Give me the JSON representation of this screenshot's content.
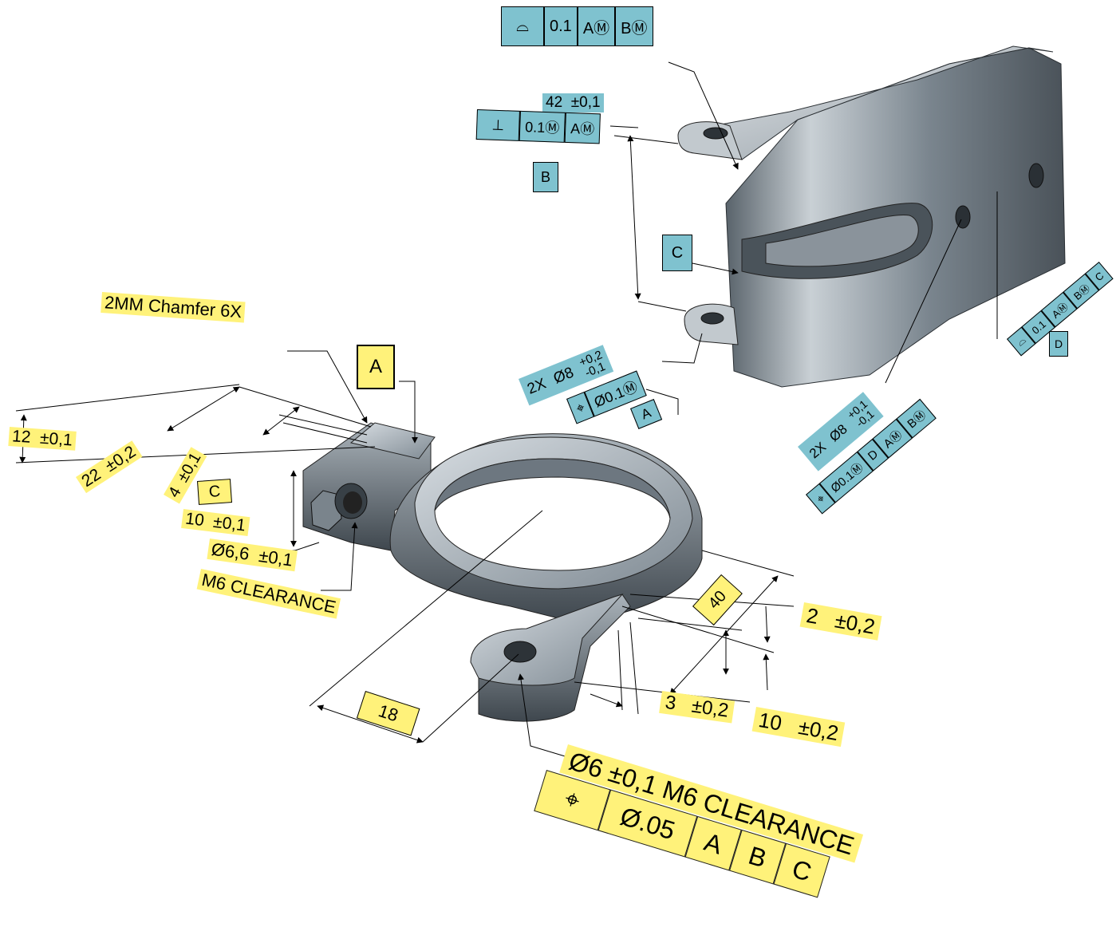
{
  "bracket_notes": {
    "chamfer": "2MM Chamfer 6X",
    "datum_a": "A",
    "dim_12": "12",
    "tol_12": "±0,1",
    "dim_22": "22",
    "tol_22": "±0,2",
    "dim_4": "4",
    "tol_4": "±0,1",
    "datum_c": "C",
    "dim_10": "10",
    "tol_10": "±0,1",
    "hole_dia": "Ø6,6",
    "hole_tol": "±0,1",
    "m6_clearance": "M6 CLEARANCE",
    "dim_18": "18",
    "dim_40": "40",
    "dim_2": "2",
    "tol_2": "±0,2",
    "dim_3": "3",
    "tol_3": "±0,2",
    "dim_10b": "10",
    "tol_10b": "±0,2",
    "bottom_fcf_line1": "Ø6   ±0,1  M6 CLEARANCE",
    "bottom_fcf": [
      "⌖",
      "Ø.05",
      "A",
      "B",
      "C"
    ]
  },
  "handle_notes": {
    "profile_fcf": [
      "⌓",
      "0.1",
      "AⓂ",
      "BⓂ"
    ],
    "dim_42": "42",
    "tol_42": "±0,1",
    "perp_fcf": [
      "⊥",
      "0.1Ⓜ",
      "AⓂ"
    ],
    "datum_b": "B",
    "datum_c": "C",
    "hole_note_2x": "2X",
    "hole_dia": "Ø8",
    "hole_tol_plus": "+0,2",
    "hole_tol_minus": "-0,1",
    "pos_fcf": [
      "⌖",
      "Ø0.1Ⓜ"
    ],
    "datum_a": "A",
    "side_profile_fcf": [
      "⌓",
      "0.1",
      "AⓂ",
      "BⓂ",
      "C"
    ],
    "datum_d": "D",
    "side_hole_2x": "2X",
    "side_hole_dia": "Ø8",
    "side_hole_plus": "+0,1",
    "side_hole_minus": "-0,1",
    "side_pos_fcf": [
      "⌖",
      "Ø0.1Ⓜ",
      "D",
      "AⓂ",
      "BⓂ"
    ]
  },
  "colors": {
    "yellow_note": "#fff27a",
    "blue_note": "#7fc2cf",
    "part_gray": "#8a939b"
  }
}
